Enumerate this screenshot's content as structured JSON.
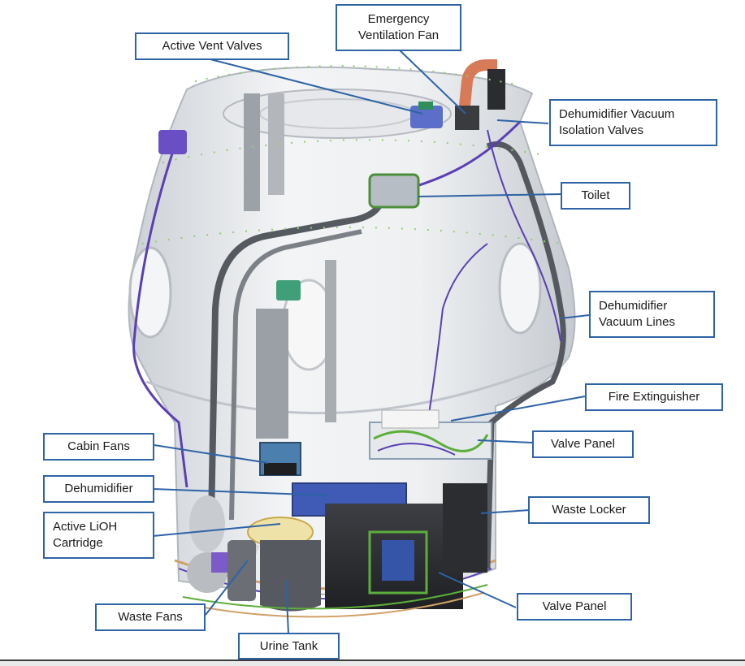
{
  "labels": {
    "emergency_fan": "Emergency\nVentilation Fan",
    "active_vent_valves": "Active Vent Valves",
    "dehum_vacuum_iso": "Dehumidifier Vacuum\nIsolation Valves",
    "toilet": "Toilet",
    "dehum_vacuum_lines": "Dehumidifier\nVacuum Lines",
    "fire_extinguisher": "Fire Extinguisher",
    "valve_panel_upper": "Valve Panel",
    "cabin_fans": "Cabin Fans",
    "dehumidifier": "Dehumidifier",
    "waste_locker": "Waste Locker",
    "active_lioh": "Active LiOH\nCartridge",
    "valve_panel_lower": "Valve Panel",
    "waste_fans": "Waste Fans",
    "urine_tank": "Urine Tank"
  },
  "colors": {
    "callout_border": "#2e63a6",
    "leader_line": "#2e63a6",
    "capsule_shell": "#d9dde2",
    "tubing_dark": "#555a60",
    "wiring": "#5a3fb5",
    "harness_green": "#5cae3a",
    "fan_duct": "#d77a57"
  }
}
